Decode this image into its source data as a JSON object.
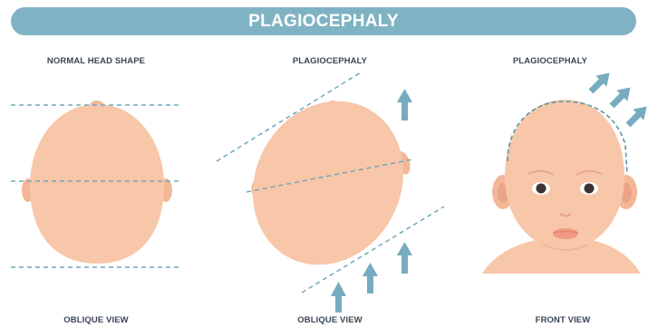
{
  "title": "PLAGIOCEPHALY",
  "panels": [
    {
      "heading": "NORMAL HEAD SHAPE",
      "caption": "OBLIQUE VIEW"
    },
    {
      "heading": "PLAGIOCEPHALY",
      "caption": "OBLIQUE VIEW"
    },
    {
      "heading": "PLAGIOCEPHALY",
      "caption": "FRONT VIEW"
    }
  ],
  "colors": {
    "banner": "#7fb3c4",
    "skin": "#f8c6a8",
    "guide_line": "#6fa8bd",
    "arrow": "#76abc0",
    "text": "#3a4654"
  }
}
